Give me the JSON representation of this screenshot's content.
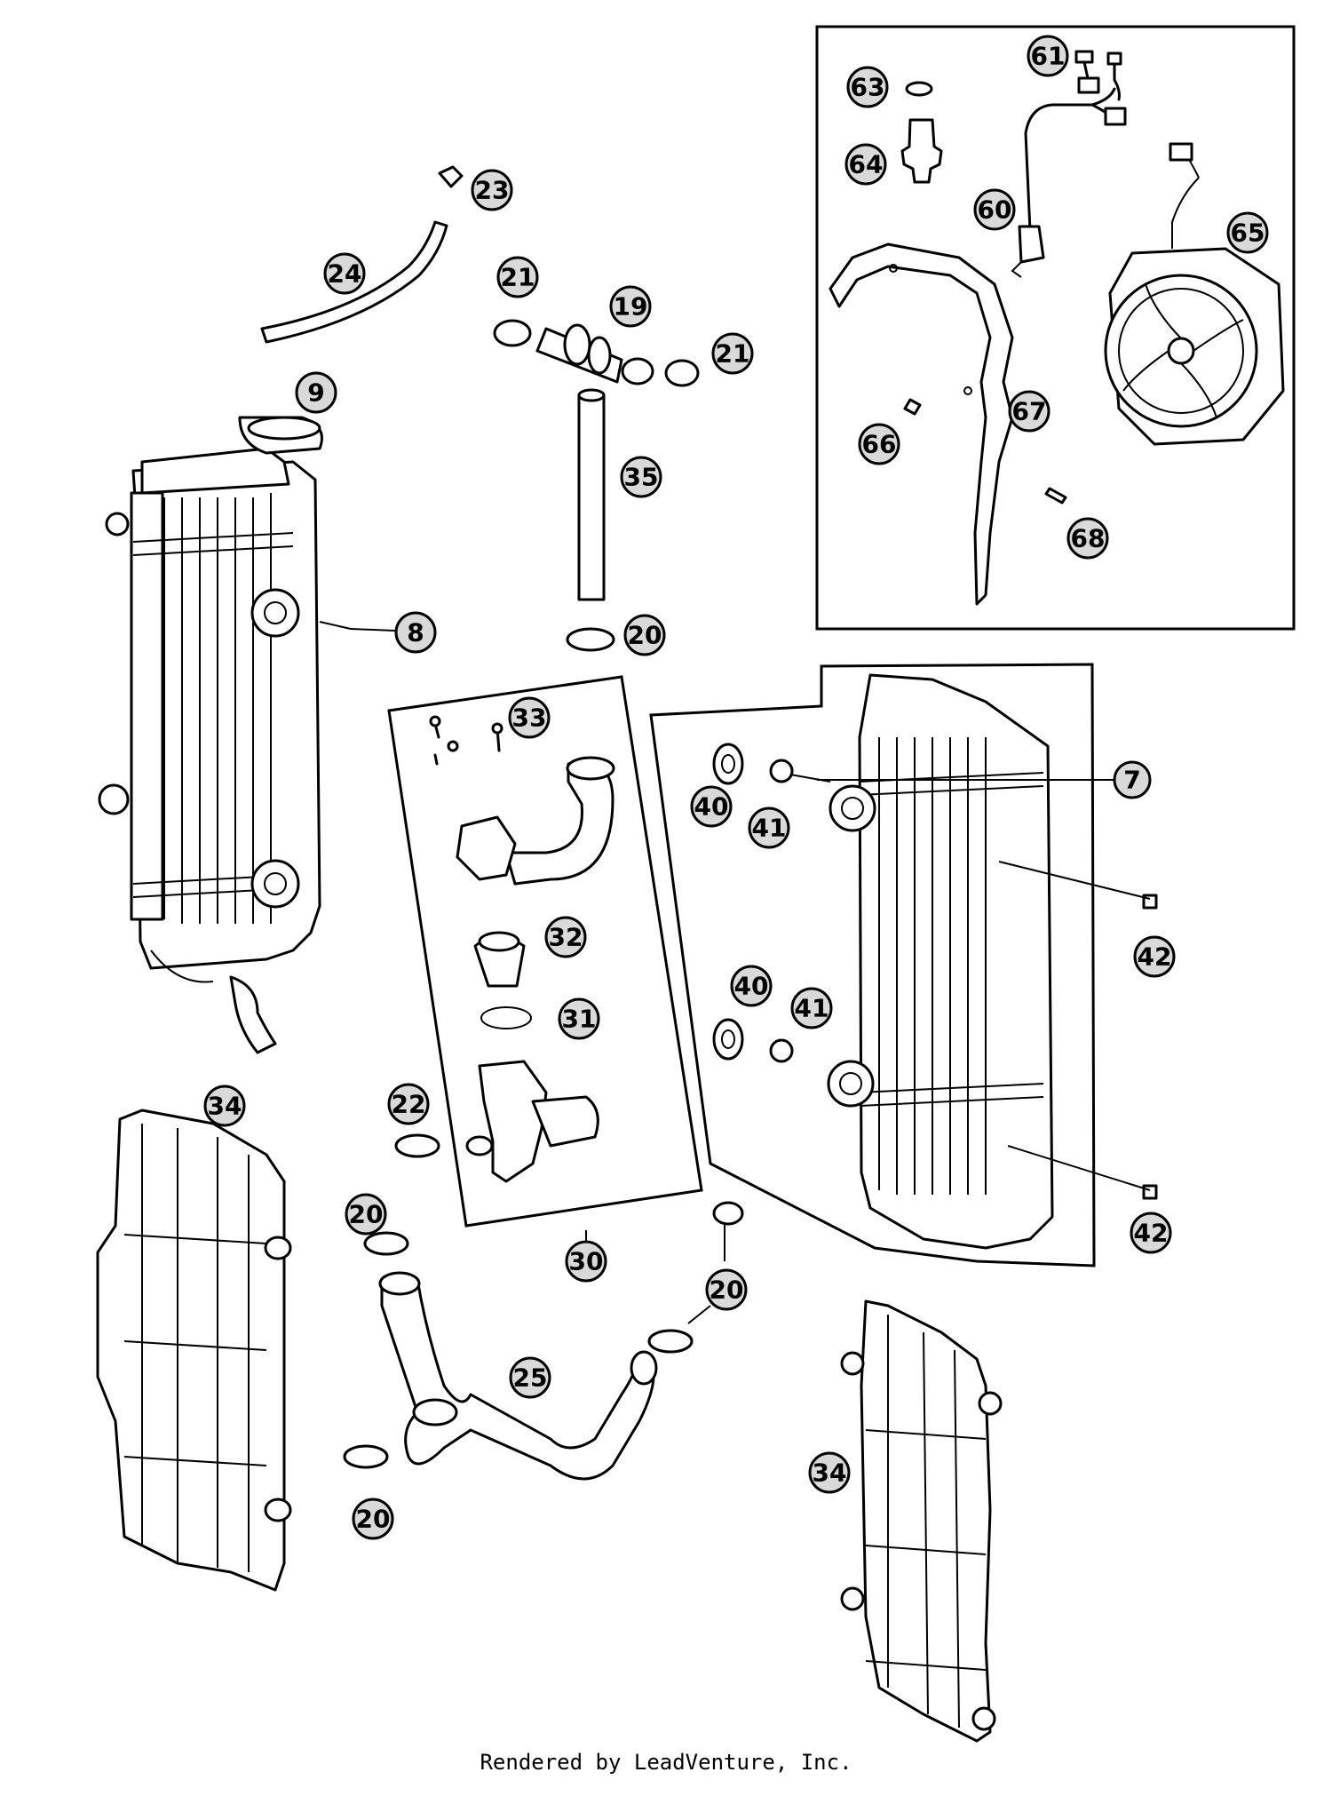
{
  "footer": {
    "text": "Rendered by LeadVenture, Inc."
  },
  "callouts": {
    "c7": "7",
    "c8": "8",
    "c9": "9",
    "c19": "19",
    "c20a": "20",
    "c20b": "20",
    "c20c": "20",
    "c20d": "20",
    "c21a": "21",
    "c21b": "21",
    "c22": "22",
    "c23": "23",
    "c24": "24",
    "c25": "25",
    "c30": "30",
    "c31": "31",
    "c32": "32",
    "c33": "33",
    "c34a": "34",
    "c34b": "34",
    "c35": "35",
    "c40a": "40",
    "c40b": "40",
    "c41a": "41",
    "c41b": "41",
    "c42a": "42",
    "c42b": "42",
    "c60": "60",
    "c61": "61",
    "c63": "63",
    "c64": "64",
    "c65": "65",
    "c66": "66",
    "c67": "67",
    "c68": "68"
  }
}
